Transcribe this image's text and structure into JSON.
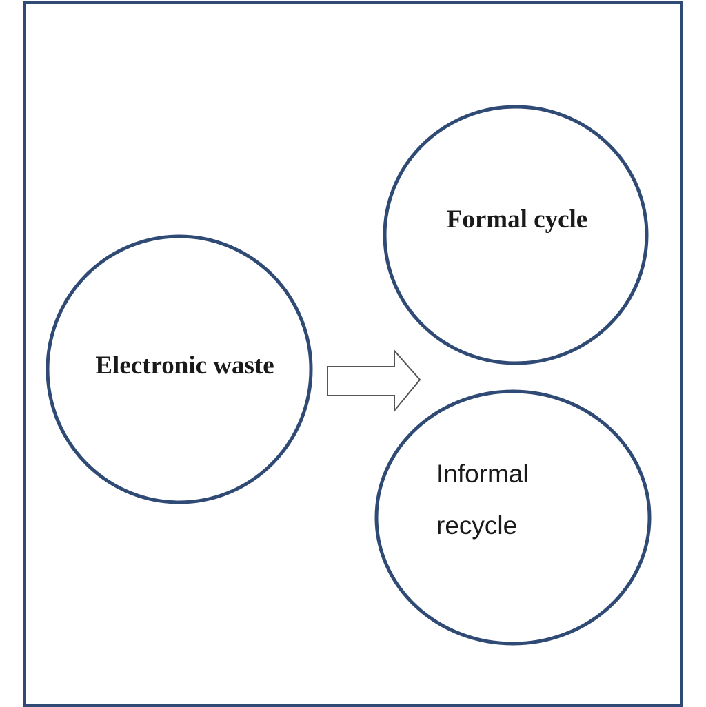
{
  "diagram": {
    "nodes": {
      "source": {
        "label": "Electronic waste"
      },
      "formal": {
        "label": "Formal cycle"
      },
      "informal": {
        "label_lines": [
          "Informal",
          "recycle"
        ]
      }
    },
    "colors": {
      "frame": "#2f4a74",
      "circle_stroke": "#2f4a74",
      "arrow_stroke": "#555555",
      "text": "#1a1a1a"
    }
  }
}
